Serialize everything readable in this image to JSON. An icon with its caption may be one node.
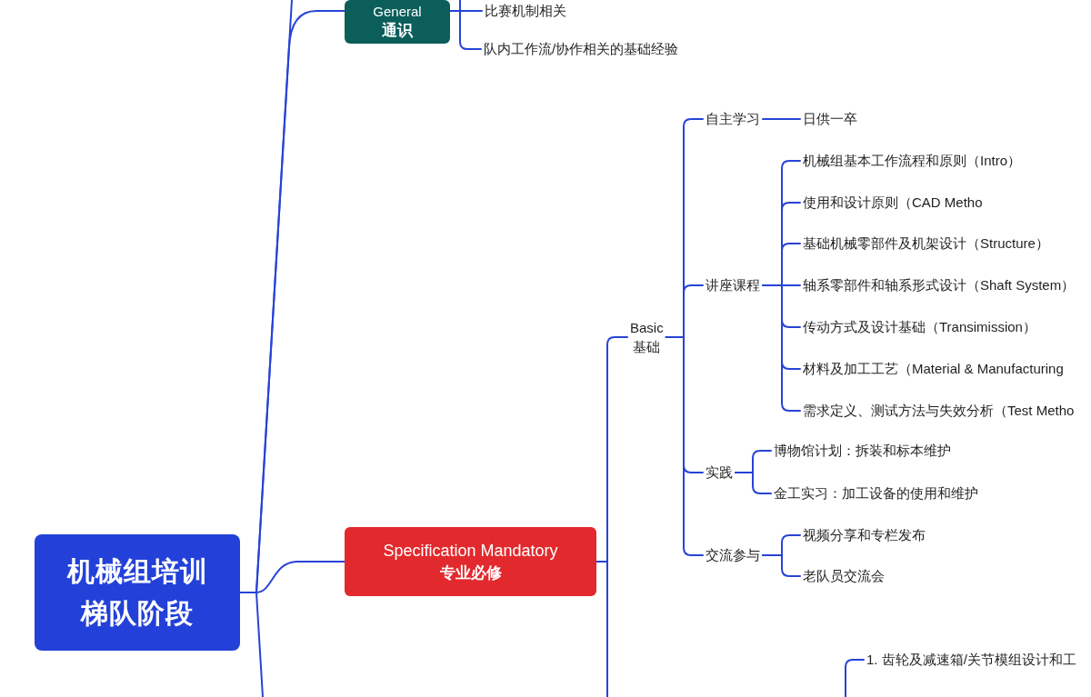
{
  "diagram": {
    "nodes": [
      {
        "text": [
          "机械组培训梯队阶段"
        ]
      },
      {
        "text": [
          "General",
          "通识"
        ]
      },
      {
        "text": [
          "比赛机制相关"
        ]
      },
      {
        "text": [
          "队内工作流/协作相关的基础经验"
        ]
      },
      {
        "text": [
          "Specification Mandatory",
          "专业必修"
        ]
      },
      {
        "text": [
          "Basic",
          "基础"
        ]
      },
      {
        "text": [
          "自主学习"
        ]
      },
      {
        "text": [
          "日供一卒"
        ]
      },
      {
        "text": [
          "讲座课程"
        ]
      },
      {
        "text": [
          "机械组基本工作流程和原则（Intro）"
        ]
      },
      {
        "text": [
          "使用和设计原则（CAD Metho"
        ]
      },
      {
        "text": [
          "基础机械零部件及机架设计（Structure）"
        ]
      },
      {
        "text": [
          "轴系零部件和轴系形式设计（Shaft System）"
        ]
      },
      {
        "text": [
          "传动方式及设计基础（Transimission）"
        ]
      },
      {
        "text": [
          "材料及加工工艺（Material & Manufacturing"
        ]
      },
      {
        "text": [
          "需求定义、测试方法与失效分析（Test Metho"
        ]
      },
      {
        "text": [
          "实践"
        ]
      },
      {
        "text": [
          "博物馆计划：拆装和标本维护"
        ]
      },
      {
        "text": [
          "金工实习：加工设备的使用和维护"
        ]
      },
      {
        "text": [
          "交流参与"
        ]
      },
      {
        "text": [
          "视频分享和专栏发布"
        ]
      },
      {
        "text": [
          "老队员交流会"
        ]
      },
      {
        "text": [
          "1. 齿轮及减速箱/关节模组设计和工"
        ]
      }
    ],
    "edges": [
      {
        "from": 0,
        "to": null,
        "arrow": "none"
      },
      {
        "from": 0,
        "to": 1,
        "arrow": "none"
      },
      {
        "from": 0,
        "to": 4,
        "arrow": "none"
      },
      {
        "from": 0,
        "to": null,
        "arrow": "none"
      },
      {
        "from": 1,
        "to": null,
        "arrow": "none"
      },
      {
        "from": 1,
        "to": 2,
        "arrow": "none"
      },
      {
        "from": 1,
        "to": 3,
        "arrow": "none"
      },
      {
        "from": 4,
        "to": 5,
        "arrow": "none"
      },
      {
        "from": 4,
        "to": null,
        "arrow": "none"
      },
      {
        "from": 5,
        "to": 6,
        "arrow": "none"
      },
      {
        "from": 5,
        "to": 8,
        "arrow": "none"
      },
      {
        "from": 5,
        "to": 16,
        "arrow": "none"
      },
      {
        "from": 5,
        "to": 19,
        "arrow": "none"
      },
      {
        "from": 6,
        "to": 7,
        "arrow": "none"
      },
      {
        "from": 8,
        "to": 9,
        "arrow": "none"
      },
      {
        "from": 8,
        "to": 10,
        "arrow": "none"
      },
      {
        "from": 8,
        "to": 11,
        "arrow": "none"
      },
      {
        "from": 8,
        "to": 12,
        "arrow": "none"
      },
      {
        "from": 8,
        "to": 13,
        "arrow": "none"
      },
      {
        "from": 8,
        "to": 14,
        "arrow": "none"
      },
      {
        "from": 8,
        "to": 15,
        "arrow": "none"
      },
      {
        "from": 16,
        "to": 17,
        "arrow": "none"
      },
      {
        "from": 16,
        "to": 18,
        "arrow": "none"
      },
      {
        "from": 19,
        "to": 20,
        "arrow": "none"
      },
      {
        "from": 19,
        "to": 21,
        "arrow": "none"
      },
      {
        "from": null,
        "to": 22,
        "arrow": "none"
      }
    ]
  }
}
